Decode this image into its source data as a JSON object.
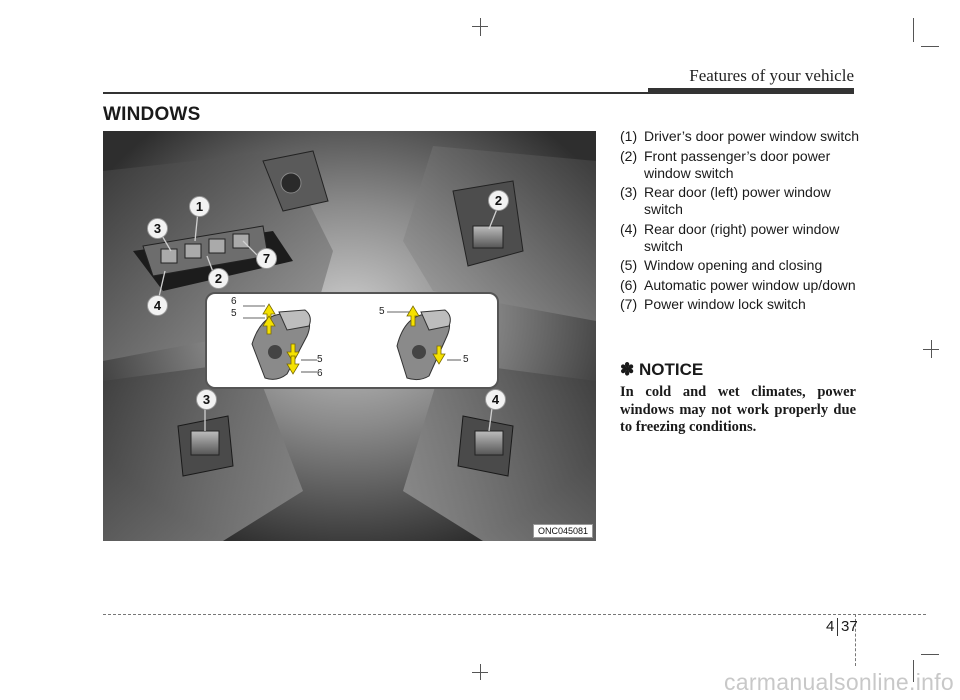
{
  "header": {
    "title": "Features of your vehicle"
  },
  "section": {
    "title": "WINDOWS"
  },
  "figure": {
    "code": "ONC045081",
    "callouts": [
      "1",
      "2",
      "3",
      "4",
      "7",
      "2",
      "3",
      "4"
    ],
    "inset_numbers": {
      "left_top_6": "6",
      "left_top_5": "5",
      "left_bottom_5": "5",
      "left_bottom_6": "6",
      "right_top_5": "5",
      "right_bottom_5": "5"
    },
    "arrow_color": "#f5e100"
  },
  "list": [
    {
      "num": "(1)",
      "text": "Driver’s door power window switch"
    },
    {
      "num": "(2)",
      "text": "Front passenger’s door power window switch"
    },
    {
      "num": "(3)",
      "text": "Rear door (left) power window switch"
    },
    {
      "num": "(4)",
      "text": "Rear door (right) power window switch"
    },
    {
      "num": "(5)",
      "text": "Window opening and closing"
    },
    {
      "num": "(6)",
      "text": "Automatic power window up/down"
    },
    {
      "num": "(7)",
      "text": "Power window lock switch"
    }
  ],
  "notice": {
    "title": "✽ NOTICE",
    "body": "In cold and wet climates, power windows may not work properly due to freezing conditions."
  },
  "footer": {
    "chapter": "4",
    "page": "37",
    "watermark": "carmanualsonline.info"
  }
}
